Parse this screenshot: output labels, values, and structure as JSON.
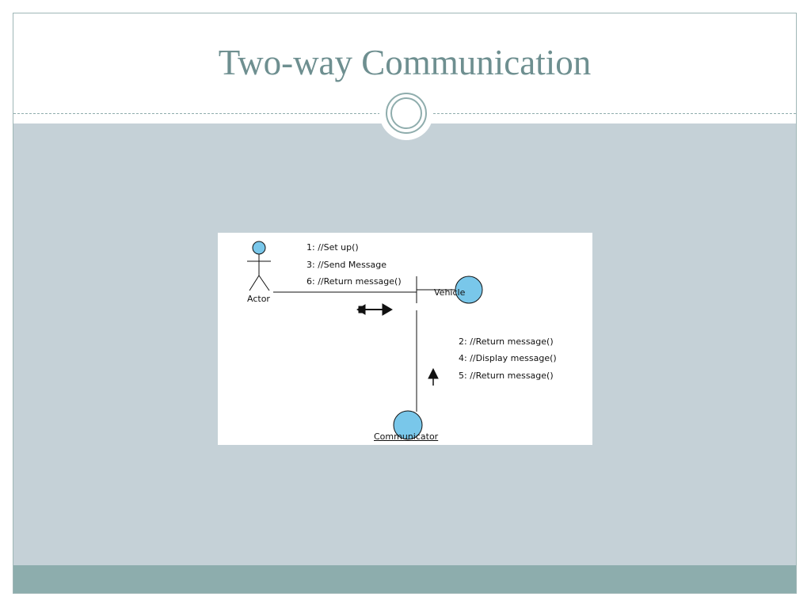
{
  "slide": {
    "title": "Two-way Communication"
  },
  "diagram": {
    "actor_label": "Actor",
    "vehicle_label": "Vehicle",
    "communicator_label": "Communicator",
    "messages_actor_vehicle": [
      "1: //Set up()",
      "3: //Send Message",
      "6: //Return message()"
    ],
    "messages_vehicle_communicator": [
      "2: //Return message()",
      "4: //Display message()",
      "5: //Return message()"
    ]
  }
}
